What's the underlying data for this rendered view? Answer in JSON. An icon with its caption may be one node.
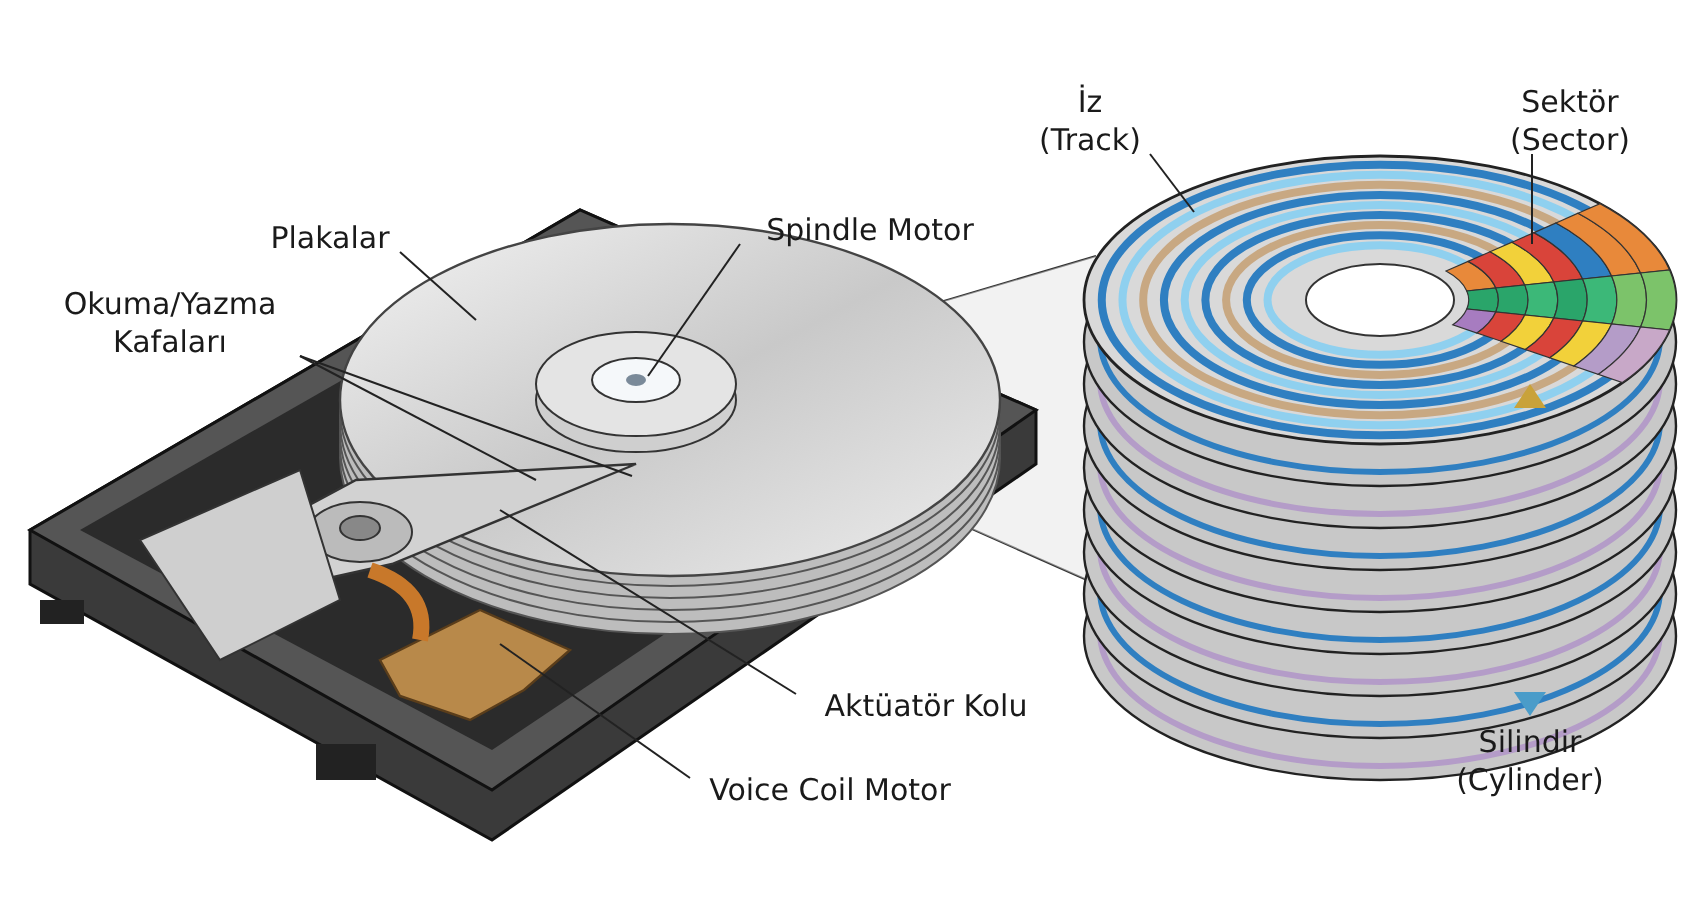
{
  "diagram": {
    "nodes": [
      {
        "text": [
          "Plakalar"
        ]
      },
      {
        "text": [
          "Okuma/Yazma Kafaları"
        ]
      },
      {
        "text": [
          "Spindle Motor"
        ]
      },
      {
        "text": [
          "Aktüatör Kolu"
        ]
      },
      {
        "text": [
          "Voice Coil Motor"
        ]
      },
      {
        "text": [
          "İz (Track)"
        ]
      },
      {
        "text": [
          "Sektör (Sector)"
        ]
      }
    ],
    "edges": [
      {
        "from": 0,
        "to": null,
        "arrow": "none"
      },
      {
        "from": 1,
        "to": null,
        "arrow": "none"
      },
      {
        "from": 1,
        "to": null,
        "arrow": "none"
      },
      {
        "from": 2,
        "to": null,
        "arrow": "none"
      },
      {
        "from": 3,
        "to": null,
        "arrow": "none"
      },
      {
        "from": 4,
        "to": null,
        "arrow": "none"
      },
      {
        "from": 5,
        "to": null,
        "arrow": "none"
      },
      {
        "from": 6,
        "to": null,
        "arrow": "none"
      }
    ],
    "labels": [
      "Silindir (Cylinder)"
    ]
  }
}
